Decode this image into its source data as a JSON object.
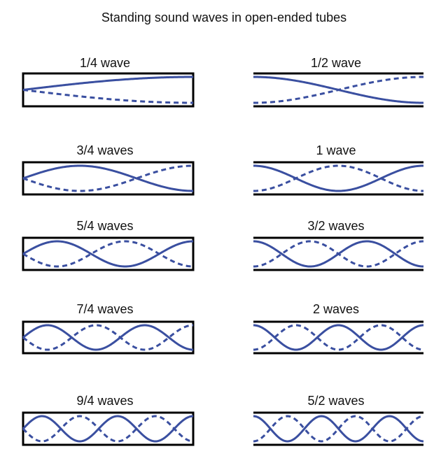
{
  "title": "Standing sound waves in open-ended tubes",
  "colors": {
    "wave": "#3a4fa0",
    "tube": "#000000"
  },
  "panels": [
    {
      "label": "1/4 wave",
      "waves": 0.25,
      "closed_end": "left"
    },
    {
      "label": "1/2 wave",
      "waves": 0.5,
      "closed_end": "none"
    },
    {
      "label": "3/4 waves",
      "waves": 0.75,
      "closed_end": "left"
    },
    {
      "label": "1 wave",
      "waves": 1.0,
      "closed_end": "none"
    },
    {
      "label": "5/4 waves",
      "waves": 1.25,
      "closed_end": "left"
    },
    {
      "label": "3/2 waves",
      "waves": 1.5,
      "closed_end": "none"
    },
    {
      "label": "7/4 waves",
      "waves": 1.75,
      "closed_end": "left"
    },
    {
      "label": "2 waves",
      "waves": 2.0,
      "closed_end": "none"
    },
    {
      "label": "9/4 waves",
      "waves": 2.25,
      "closed_end": "left"
    },
    {
      "label": "5/2 waves",
      "waves": 2.5,
      "closed_end": "none"
    }
  ]
}
